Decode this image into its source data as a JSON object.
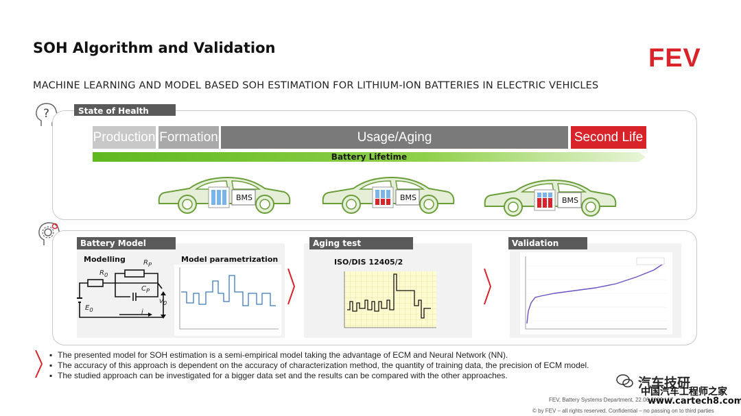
{
  "title": "SOH Algorithm and Validation",
  "logo_text": "FEV",
  "subtitle": "MACHINE LEARNING AND MODEL BASED SOH ESTIMATION FOR LITHIUM-ION BATTERIES IN ELECTRIC VEHICLES",
  "soh_section": {
    "tab": "State of Health",
    "icon": "head-question-icon",
    "phases": [
      {
        "label": "Production",
        "color": "#c8c8c8"
      },
      {
        "label": "Formation",
        "color": "#a9a9a9"
      },
      {
        "label": "Usage/Aging",
        "color": "#7a7a7a"
      },
      {
        "label": "Second Life",
        "color": "#d8232a"
      }
    ],
    "lifetime_label": "Battery Lifetime",
    "cars": [
      {
        "bms": "BMS",
        "cell_color": "#7ab4e8"
      },
      {
        "bms": "BMS",
        "cell_color": "#d8232a"
      },
      {
        "bms": "BMS",
        "cell_color": "#d8232a"
      }
    ]
  },
  "process_section": {
    "icon": "head-gear-icon",
    "battery_model": {
      "tab": "Battery Model",
      "modelling": "Modelling",
      "parametrization": "Model parametrization",
      "labels": {
        "r0": "R",
        "rp": "R",
        "cp": "C",
        "v0": "v",
        "e0": "E",
        "i": "i",
        "sub0": "0",
        "subp": "P"
      }
    },
    "aging_test": {
      "tab": "Aging test",
      "standard": "ISO/DIS 12405/2"
    },
    "validation": {
      "tab": "Validation"
    }
  },
  "bullets": [
    "The presented model for SOH estimation is a semi-empirical model taking the advantage of ECM and Neural Network (NN).",
    "The accuracy of this approach is dependent on the accuracy of characterization method, the quantity of training data, the precision of ECM model.",
    "The studied approach can be investigated for a bigger data set and the results can be compared with the other approaches."
  ],
  "footer": {
    "line1": "FEV, Battery Systems Department, 22.06.2023 | 17",
    "line2": "© by FEV – all rights reserved. Confidential – no passing on to third parties"
  },
  "watermark": {
    "name": "汽车技研",
    "cn": "中国汽车工程师之家",
    "url": "www.cartech8.com"
  }
}
